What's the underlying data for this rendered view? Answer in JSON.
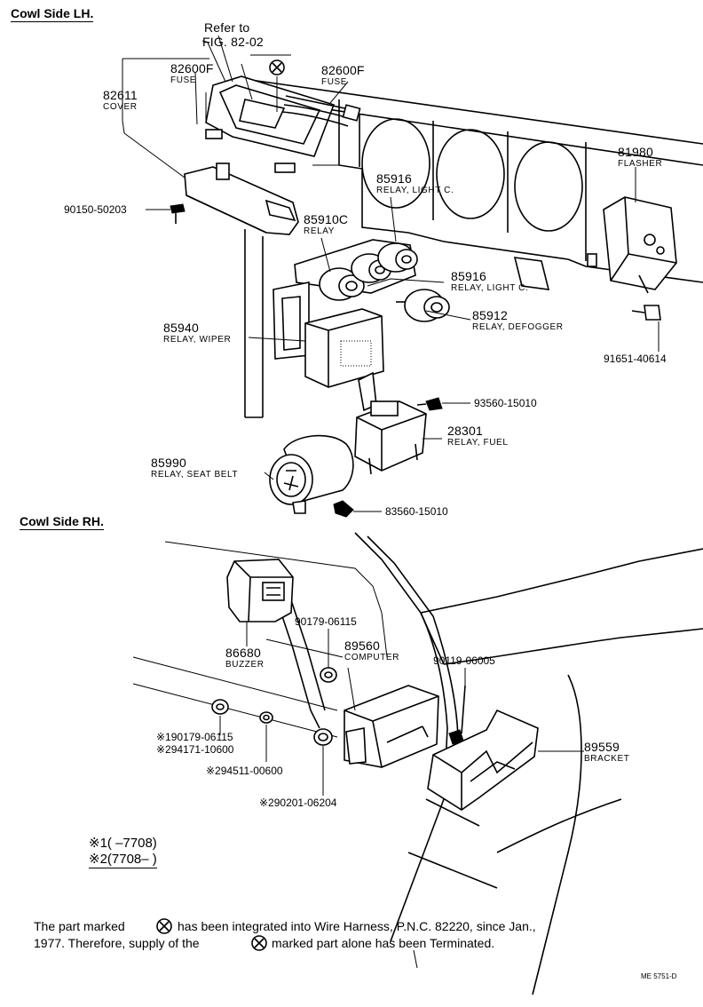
{
  "sections": {
    "lh": "Cowl Side LH.",
    "rh": "Cowl Side RH."
  },
  "refer": {
    "line1": "Refer to",
    "line2": "FIG. 82-02"
  },
  "parts": {
    "fuse_left": {
      "num": "82600F",
      "name": "FUSE"
    },
    "fuse_right": {
      "num": "82600F",
      "name": "FUSE"
    },
    "cover": {
      "num": "82611",
      "name": "COVER"
    },
    "screw_90150": {
      "num": "90150-50203"
    },
    "flasher": {
      "num": "81980",
      "name": "FLASHER"
    },
    "relay_light_upper": {
      "num": "85916",
      "name": "RELAY, LIGHT C."
    },
    "relay_85910c": {
      "num": "85910C",
      "name": "RELAY"
    },
    "relay_light_lower": {
      "num": "85916",
      "name": "RELAY, LIGHT C."
    },
    "relay_wiper": {
      "num": "85940",
      "name": "RELAY, WIPER"
    },
    "relay_defogger": {
      "num": "85912",
      "name": "RELAY, DEFOGGER"
    },
    "bolt_91651": {
      "num": "91651-40614"
    },
    "screw_93560": {
      "num": "93560-15010"
    },
    "relay_fuel": {
      "num": "28301",
      "name": "RELAY, FUEL"
    },
    "relay_seatbelt": {
      "num": "85990",
      "name": "RELAY, SEAT BELT"
    },
    "screw_83560": {
      "num": "83560-15010"
    },
    "nut_90179": {
      "num": "90179-06115"
    },
    "computer": {
      "num": "89560",
      "name": "COMPUTER"
    },
    "buzzer": {
      "num": "86680",
      "name": "BUZZER"
    },
    "bolt_90119": {
      "num": "90119-06005"
    },
    "bracket": {
      "num": "89559",
      "name": "BRACKET"
    },
    "alt_1": {
      "num": "※190179-06115"
    },
    "alt_2": {
      "num": "※294171-10600"
    },
    "alt_3": {
      "num": "※294511-00600"
    },
    "alt_4": {
      "num": "※290201-06204"
    }
  },
  "legend": {
    "line1": "※1(      –7708)",
    "line2": "※2(7708–           )"
  },
  "note": {
    "line1a": "The part marked",
    "line1b": "has been integrated into Wire Harness, P.N.C. 82220, since Jan.,",
    "line2a": "1977. Therefore, supply of the",
    "line2b": "marked part alone has been Terminated."
  },
  "code": "ME 5751-D",
  "icons": {
    "terminated_mark": "circled-x-icon"
  }
}
